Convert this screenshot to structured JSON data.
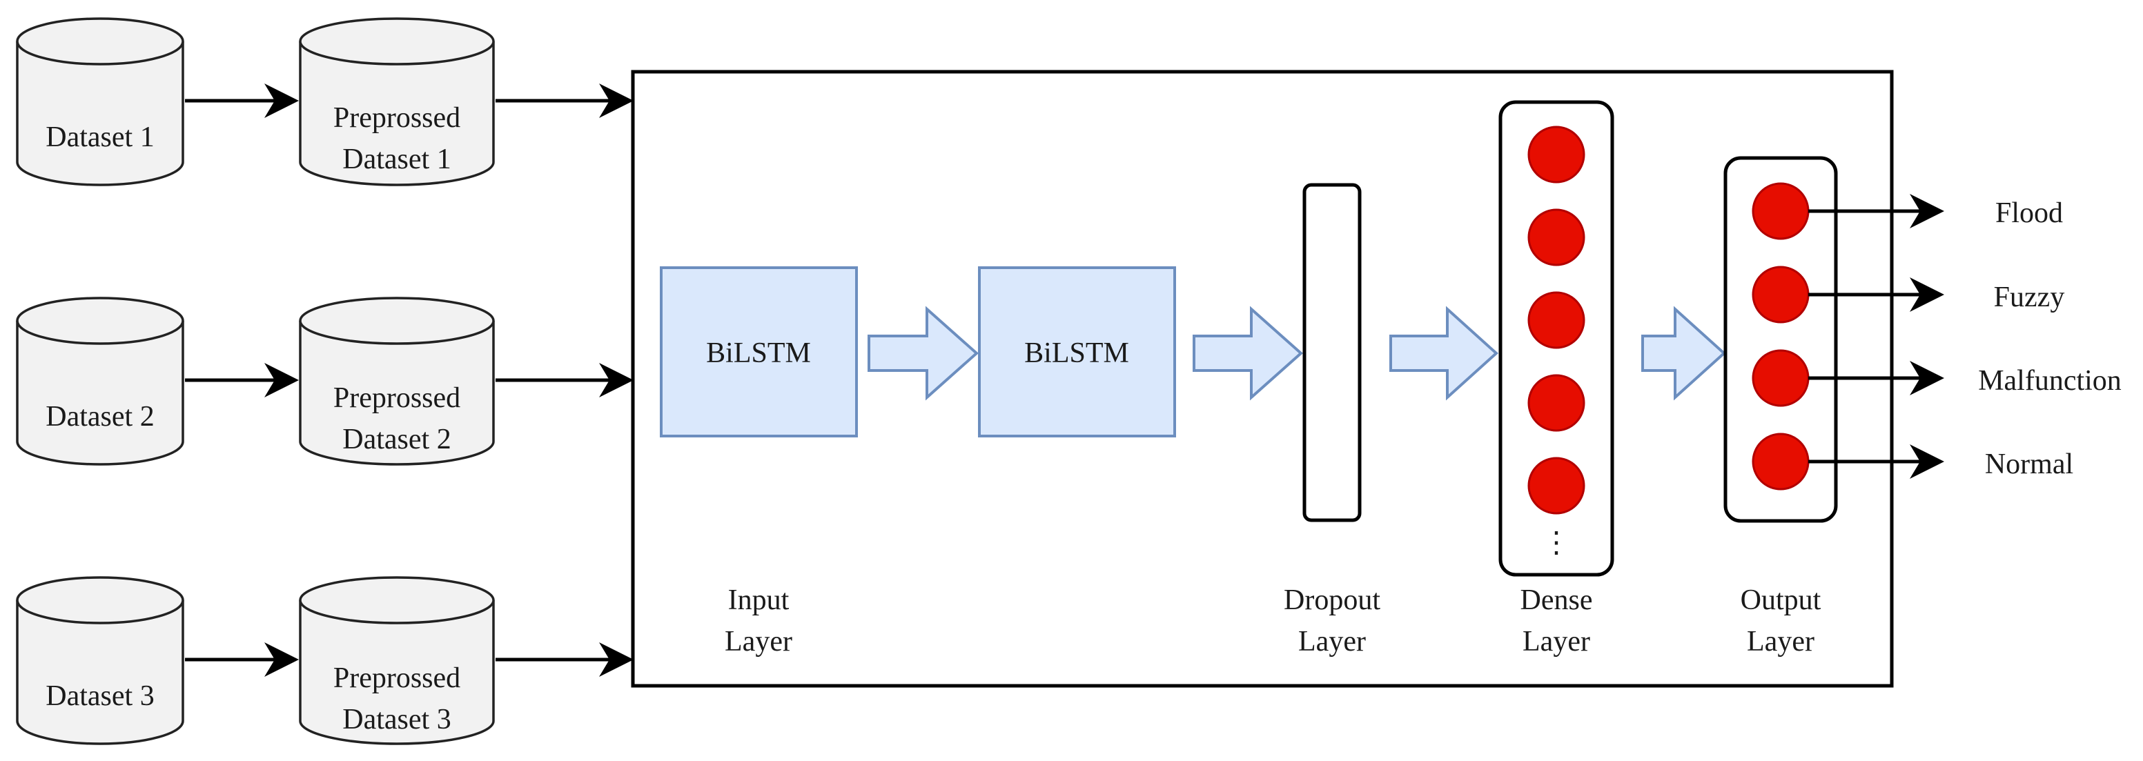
{
  "datasets": [
    {
      "name": "Dataset 1",
      "preprocessed": [
        "Preprossed",
        "Dataset 1"
      ]
    },
    {
      "name": "Dataset 2",
      "preprocessed": [
        "Preprossed",
        "Dataset 2"
      ]
    },
    {
      "name": "Dataset 3",
      "preprocessed": [
        "Preprossed",
        "Dataset 3"
      ]
    }
  ],
  "model": {
    "bilstm_1": "BiLSTM",
    "bilstm_2": "BiLSTM",
    "dense_ellipsis": "⋮",
    "layer_labels": {
      "input": [
        "Input",
        "Layer"
      ],
      "dropout": [
        "Dropout",
        "Layer"
      ],
      "dense": [
        "Dense",
        "Layer"
      ],
      "output": [
        "Output",
        "Layer"
      ]
    },
    "dense_neuron_count": 5,
    "output_neuron_count": 4
  },
  "outputs": [
    "Flood",
    "Fuzzy",
    "Malfunction",
    "Normal"
  ],
  "colors": {
    "bilstm_fill": "#dae8fc",
    "bilstm_stroke": "#6c8ebf",
    "neuron": "#e60d00",
    "database_fill": "#f2f2f2"
  }
}
